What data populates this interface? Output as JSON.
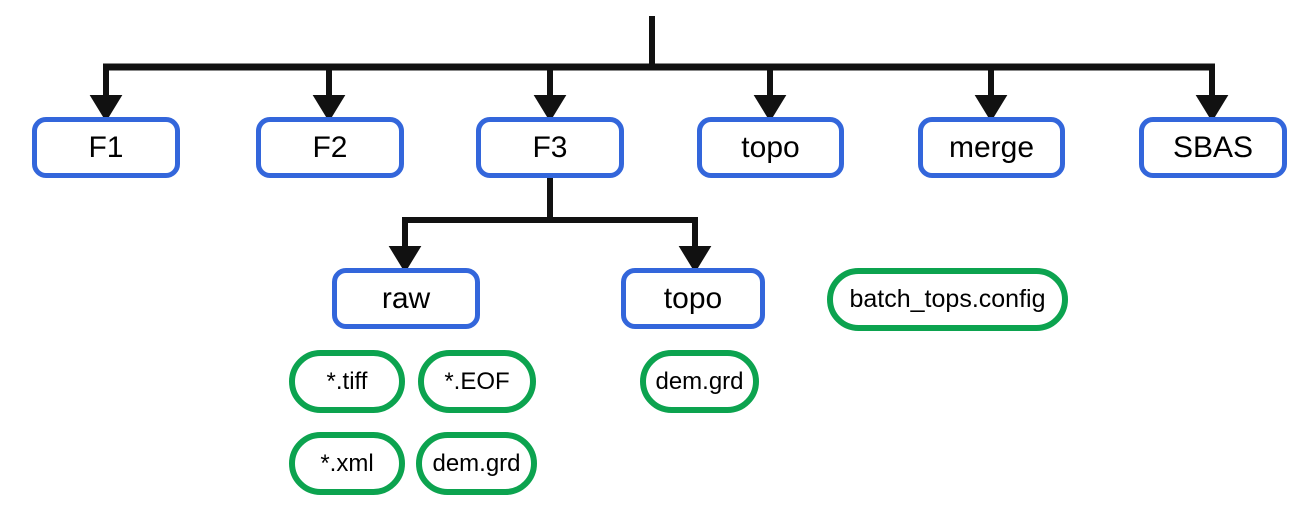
{
  "colors": {
    "folder_border": "#3366db",
    "file_border": "#0ca34f",
    "connector": "#111111",
    "text": "#000000",
    "background": "#ffffff"
  },
  "tree": {
    "root_children": [
      "F1",
      "F2",
      "F3",
      "topo",
      "merge",
      "SBAS"
    ],
    "f3_children": [
      "raw",
      "topo"
    ],
    "raw_files": [
      "*.tiff",
      "*.EOF",
      "*.xml",
      "dem.grd"
    ],
    "topo_files": [
      "dem.grd"
    ],
    "standalone_file": "batch_tops.config"
  }
}
